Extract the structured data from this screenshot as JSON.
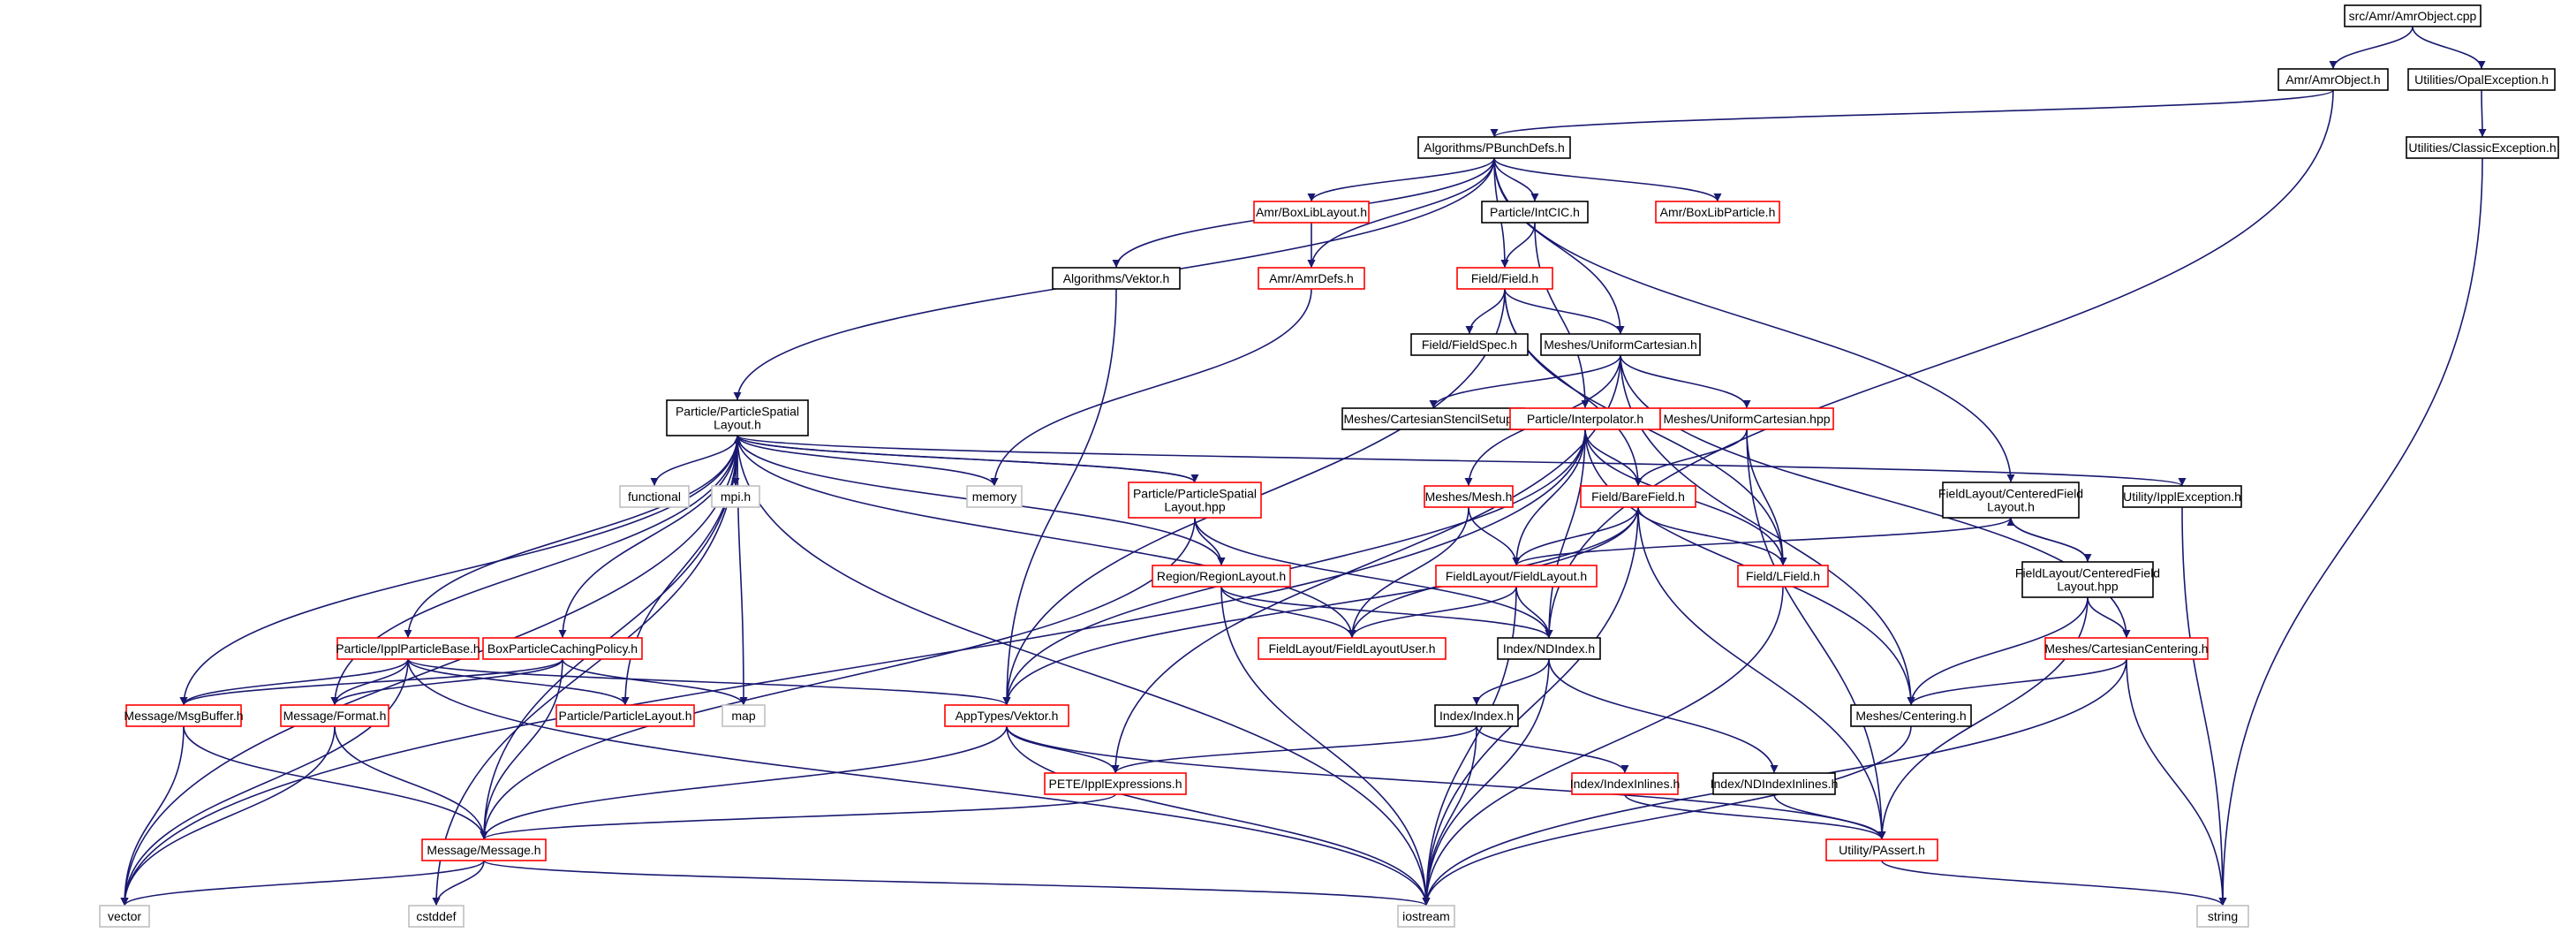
{
  "graph": {
    "colors": {
      "edge": "#191970",
      "border_project": "#000000",
      "border_incomplete": "#ff0000",
      "border_system": "#bfbfbf",
      "root_fill": "#bfbfbf"
    },
    "nodes": [
      {
        "id": "n0",
        "lines": [
          "src/Amr/AmrObject.cpp"
        ],
        "kind": "root"
      },
      {
        "id": "n1",
        "lines": [
          "Amr/AmrObject.h"
        ],
        "kind": "project"
      },
      {
        "id": "n2",
        "lines": [
          "Utilities/OpalException.h"
        ],
        "kind": "project"
      },
      {
        "id": "n3",
        "lines": [
          "Algorithms/PBunchDefs.h"
        ],
        "kind": "project"
      },
      {
        "id": "n4",
        "lines": [
          "Utilities/ClassicException.h"
        ],
        "kind": "project"
      },
      {
        "id": "n5",
        "lines": [
          "Amr/BoxLibLayout.h"
        ],
        "kind": "incomplete"
      },
      {
        "id": "n6",
        "lines": [
          "Particle/IntCIC.h"
        ],
        "kind": "project"
      },
      {
        "id": "n7",
        "lines": [
          "Amr/BoxLibParticle.h"
        ],
        "kind": "incomplete"
      },
      {
        "id": "n8",
        "lines": [
          "Algorithms/Vektor.h"
        ],
        "kind": "project"
      },
      {
        "id": "n9",
        "lines": [
          "Amr/AmrDefs.h"
        ],
        "kind": "incomplete"
      },
      {
        "id": "n10",
        "lines": [
          "Field/Field.h"
        ],
        "kind": "incomplete"
      },
      {
        "id": "n11",
        "lines": [
          "Field/FieldSpec.h"
        ],
        "kind": "project"
      },
      {
        "id": "n12",
        "lines": [
          "Meshes/UniformCartesian.h"
        ],
        "kind": "project"
      },
      {
        "id": "n13",
        "lines": [
          "Particle/ParticleSpatial",
          "Layout.h"
        ],
        "kind": "project"
      },
      {
        "id": "n14",
        "lines": [
          "Meshes/CartesianStencilSetup.h"
        ],
        "kind": "project"
      },
      {
        "id": "n15",
        "lines": [
          "Particle/Interpolator.h"
        ],
        "kind": "incomplete"
      },
      {
        "id": "n16",
        "lines": [
          "Meshes/UniformCartesian.hpp"
        ],
        "kind": "incomplete"
      },
      {
        "id": "n17",
        "lines": [
          "functional"
        ],
        "kind": "system"
      },
      {
        "id": "n18",
        "lines": [
          "mpi.h"
        ],
        "kind": "system"
      },
      {
        "id": "n19",
        "lines": [
          "memory"
        ],
        "kind": "system"
      },
      {
        "id": "n20",
        "lines": [
          "Particle/ParticleSpatial",
          "Layout.hpp"
        ],
        "kind": "incomplete"
      },
      {
        "id": "n21",
        "lines": [
          "Meshes/Mesh.h"
        ],
        "kind": "incomplete"
      },
      {
        "id": "n22",
        "lines": [
          "Field/BareField.h"
        ],
        "kind": "incomplete"
      },
      {
        "id": "n23",
        "lines": [
          "FieldLayout/CenteredField",
          "Layout.h"
        ],
        "kind": "project"
      },
      {
        "id": "n24",
        "lines": [
          "Utility/IpplException.h"
        ],
        "kind": "project"
      },
      {
        "id": "n25",
        "lines": [
          "Region/RegionLayout.h"
        ],
        "kind": "incomplete"
      },
      {
        "id": "n26",
        "lines": [
          "FieldLayout/FieldLayout.h"
        ],
        "kind": "incomplete"
      },
      {
        "id": "n27",
        "lines": [
          "Field/LField.h"
        ],
        "kind": "incomplete"
      },
      {
        "id": "n28",
        "lines": [
          "FieldLayout/CenteredField",
          "Layout.hpp"
        ],
        "kind": "project"
      },
      {
        "id": "n29",
        "lines": [
          "Particle/IpplParticleBase.h"
        ],
        "kind": "incomplete"
      },
      {
        "id": "n30",
        "lines": [
          "BoxParticleCachingPolicy.h"
        ],
        "kind": "incomplete"
      },
      {
        "id": "n31",
        "lines": [
          "FieldLayout/FieldLayoutUser.h"
        ],
        "kind": "incomplete"
      },
      {
        "id": "n32",
        "lines": [
          "Index/NDIndex.h"
        ],
        "kind": "project"
      },
      {
        "id": "n33",
        "lines": [
          "Meshes/CartesianCentering.h"
        ],
        "kind": "incomplete"
      },
      {
        "id": "n34",
        "lines": [
          "Message/MsgBuffer.h"
        ],
        "kind": "incomplete"
      },
      {
        "id": "n35",
        "lines": [
          "Message/Format.h"
        ],
        "kind": "incomplete"
      },
      {
        "id": "n36",
        "lines": [
          "Particle/ParticleLayout.h"
        ],
        "kind": "incomplete"
      },
      {
        "id": "n37",
        "lines": [
          "map"
        ],
        "kind": "system"
      },
      {
        "id": "n38",
        "lines": [
          "AppTypes/Vektor.h"
        ],
        "kind": "incomplete"
      },
      {
        "id": "n39",
        "lines": [
          "Index/Index.h"
        ],
        "kind": "project"
      },
      {
        "id": "n40",
        "lines": [
          "Meshes/Centering.h"
        ],
        "kind": "project"
      },
      {
        "id": "n41",
        "lines": [
          "PETE/IpplExpressions.h"
        ],
        "kind": "incomplete"
      },
      {
        "id": "n42",
        "lines": [
          "Index/IndexInlines.h"
        ],
        "kind": "incomplete"
      },
      {
        "id": "n43",
        "lines": [
          "Index/NDIndexInlines.h"
        ],
        "kind": "project"
      },
      {
        "id": "n44",
        "lines": [
          "Message/Message.h"
        ],
        "kind": "incomplete"
      },
      {
        "id": "n45",
        "lines": [
          "Utility/PAssert.h"
        ],
        "kind": "incomplete"
      },
      {
        "id": "n46",
        "lines": [
          "vector"
        ],
        "kind": "system"
      },
      {
        "id": "n47",
        "lines": [
          "cstddef"
        ],
        "kind": "system"
      },
      {
        "id": "n48",
        "lines": [
          "iostream"
        ],
        "kind": "system"
      },
      {
        "id": "n49",
        "lines": [
          "string"
        ],
        "kind": "system"
      }
    ],
    "edges": [
      [
        "n0",
        "n1"
      ],
      [
        "n0",
        "n2"
      ],
      [
        "n1",
        "n3"
      ],
      [
        "n1",
        "n32"
      ],
      [
        "n2",
        "n4"
      ],
      [
        "n4",
        "n49"
      ],
      [
        "n3",
        "n13"
      ],
      [
        "n3",
        "n8"
      ],
      [
        "n3",
        "n5"
      ],
      [
        "n3",
        "n9"
      ],
      [
        "n3",
        "n6"
      ],
      [
        "n3",
        "n10"
      ],
      [
        "n3",
        "n12"
      ],
      [
        "n3",
        "n7"
      ],
      [
        "n3",
        "n23"
      ],
      [
        "n5",
        "n9"
      ],
      [
        "n9",
        "n19"
      ],
      [
        "n6",
        "n10"
      ],
      [
        "n6",
        "n15"
      ],
      [
        "n8",
        "n38"
      ],
      [
        "n10",
        "n11"
      ],
      [
        "n10",
        "n12"
      ],
      [
        "n10",
        "n22"
      ],
      [
        "n10",
        "n27"
      ],
      [
        "n10",
        "n38"
      ],
      [
        "n12",
        "n14"
      ],
      [
        "n12",
        "n21"
      ],
      [
        "n12",
        "n16"
      ],
      [
        "n12",
        "n33"
      ],
      [
        "n12",
        "n40"
      ],
      [
        "n12",
        "n41"
      ],
      [
        "n16",
        "n22"
      ],
      [
        "n16",
        "n27"
      ],
      [
        "n16",
        "n45"
      ],
      [
        "n13",
        "n46"
      ],
      [
        "n13",
        "n17"
      ],
      [
        "n13",
        "n18"
      ],
      [
        "n13",
        "n19"
      ],
      [
        "n13",
        "n20"
      ],
      [
        "n13",
        "n24"
      ],
      [
        "n13",
        "n29"
      ],
      [
        "n13",
        "n30"
      ],
      [
        "n13",
        "n34"
      ],
      [
        "n13",
        "n35"
      ],
      [
        "n13",
        "n36"
      ],
      [
        "n13",
        "n37"
      ],
      [
        "n13",
        "n44"
      ],
      [
        "n13",
        "n47"
      ],
      [
        "n13",
        "n48"
      ],
      [
        "n13",
        "n25"
      ],
      [
        "n13",
        "n31"
      ],
      [
        "n20",
        "n13"
      ],
      [
        "n20",
        "n25"
      ],
      [
        "n20",
        "n32"
      ],
      [
        "n20",
        "n44"
      ],
      [
        "n15",
        "n22"
      ],
      [
        "n15",
        "n26"
      ],
      [
        "n15",
        "n27"
      ],
      [
        "n15",
        "n32"
      ],
      [
        "n15",
        "n38"
      ],
      [
        "n15",
        "n40"
      ],
      [
        "n15",
        "n46"
      ],
      [
        "n21",
        "n26"
      ],
      [
        "n21",
        "n31"
      ],
      [
        "n22",
        "n26"
      ],
      [
        "n22",
        "n27"
      ],
      [
        "n22",
        "n31"
      ],
      [
        "n22",
        "n38"
      ],
      [
        "n22",
        "n45"
      ],
      [
        "n22",
        "n48"
      ],
      [
        "n23",
        "n26"
      ],
      [
        "n23",
        "n28"
      ],
      [
        "n28",
        "n23"
      ],
      [
        "n28",
        "n33"
      ],
      [
        "n28",
        "n40"
      ],
      [
        "n28",
        "n45"
      ],
      [
        "n24",
        "n49"
      ],
      [
        "n25",
        "n31"
      ],
      [
        "n25",
        "n32"
      ],
      [
        "n25",
        "n48"
      ],
      [
        "n26",
        "n31"
      ],
      [
        "n26",
        "n32"
      ],
      [
        "n26",
        "n48"
      ],
      [
        "n27",
        "n48"
      ],
      [
        "n29",
        "n34"
      ],
      [
        "n29",
        "n35"
      ],
      [
        "n29",
        "n36"
      ],
      [
        "n29",
        "n38"
      ],
      [
        "n29",
        "n46"
      ],
      [
        "n29",
        "n48"
      ],
      [
        "n30",
        "n34"
      ],
      [
        "n30",
        "n35"
      ],
      [
        "n30",
        "n37"
      ],
      [
        "n30",
        "n44"
      ],
      [
        "n32",
        "n39"
      ],
      [
        "n32",
        "n43"
      ],
      [
        "n32",
        "n48"
      ],
      [
        "n33",
        "n40"
      ],
      [
        "n33",
        "n48"
      ],
      [
        "n33",
        "n49"
      ],
      [
        "n34",
        "n44"
      ],
      [
        "n34",
        "n46"
      ],
      [
        "n35",
        "n44"
      ],
      [
        "n35",
        "n46"
      ],
      [
        "n38",
        "n41"
      ],
      [
        "n38",
        "n44"
      ],
      [
        "n38",
        "n45"
      ],
      [
        "n38",
        "n48"
      ],
      [
        "n39",
        "n41"
      ],
      [
        "n39",
        "n42"
      ],
      [
        "n39",
        "n48"
      ],
      [
        "n40",
        "n48"
      ],
      [
        "n41",
        "n44"
      ],
      [
        "n42",
        "n45"
      ],
      [
        "n43",
        "n45"
      ],
      [
        "n44",
        "n46"
      ],
      [
        "n44",
        "n47"
      ],
      [
        "n44",
        "n48"
      ],
      [
        "n45",
        "n49"
      ]
    ]
  }
}
